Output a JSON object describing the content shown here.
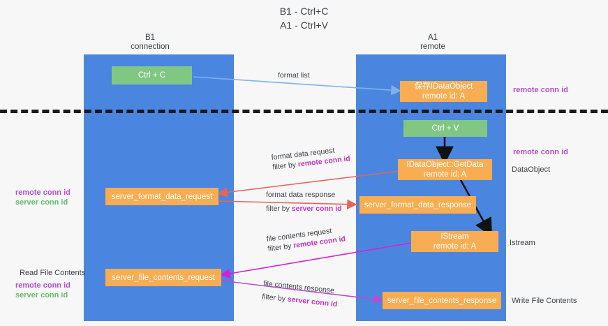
{
  "title": {
    "line1": "B1 - Ctrl+C",
    "line2": "A1 - Ctrl+V"
  },
  "lanes": [
    {
      "id": "b1",
      "title_line1": "B1",
      "title_line2": "connection",
      "color": "#4a86e0"
    },
    {
      "id": "a1",
      "title_line1": "A1",
      "title_line2": "remote",
      "color": "#4a86e0"
    }
  ],
  "nodes": {
    "ctrl_c": {
      "l1": "Ctrl + C",
      "l2": "",
      "color": "#81c784"
    },
    "save_idataobject": {
      "l1": "保存IDataObject",
      "l2": "remote id: A",
      "color": "#f9ad52"
    },
    "ctrl_v": {
      "l1": "Ctrl + V",
      "l2": "",
      "color": "#81c784"
    },
    "getdata": {
      "l1": "IDataObject::GetData",
      "l2": "remote id: A",
      "color": "#f9ad52"
    },
    "server_format_data_request": {
      "l1": "server_format_data_request",
      "l2": "",
      "color": "#f9ad52"
    },
    "server_format_data_response": {
      "l1": "server_format_data_response",
      "l2": "",
      "color": "#f9ad52"
    },
    "istream": {
      "l1": "IStream",
      "l2": "remote id: A",
      "color": "#f9ad52"
    },
    "server_file_contents_request": {
      "l1": "server_file_contents_request",
      "l2": "",
      "color": "#f9ad52"
    },
    "server_file_contents_response": {
      "l1": "server_file_contents_response",
      "l2": "",
      "color": "#f9ad52"
    }
  },
  "edges": {
    "format_list": {
      "l1": "format list",
      "l2": "",
      "l2_hl": "",
      "color": "#7fb3e8"
    },
    "format_data_request": {
      "l1": "format data request",
      "l2": "filter by ",
      "l2_hl": "remote conn id",
      "color": "#e8655a"
    },
    "format_data_response": {
      "l1": "format data response",
      "l2": "filter by ",
      "l2_hl": "server conn id",
      "color": "#e8655a"
    },
    "file_contents_request": {
      "l1": "file contents request",
      "l2": "filter by ",
      "l2_hl": "remote conn id",
      "color": "#d81fd8"
    },
    "file_contents_response": {
      "l1": "file contents response",
      "l2": "filter by ",
      "l2_hl": "server conn id",
      "color": "#b44fd0"
    }
  },
  "side_labels": {
    "right_remote_conn_top": "remote conn id",
    "right_remote_conn_mid": "remote conn id",
    "right_dataobject": "DataObject",
    "right_istream": "Istream",
    "right_write_file_contents": "Write File Contents",
    "left_remote_conn_1": "remote conn id",
    "left_server_conn_1": "server conn id",
    "left_read_file_contents": "Read File Contents",
    "left_remote_conn_2": "remote conn id",
    "left_server_conn_2": "server conn id"
  },
  "colors": {
    "lane": "#4a86e0",
    "green_node": "#81c784",
    "orange_node": "#f9ad52",
    "remote_highlight": "#b44fd0",
    "server_highlight": "#66bb6a",
    "divider": "#1a1a1a",
    "background": "#f7f7f7"
  }
}
